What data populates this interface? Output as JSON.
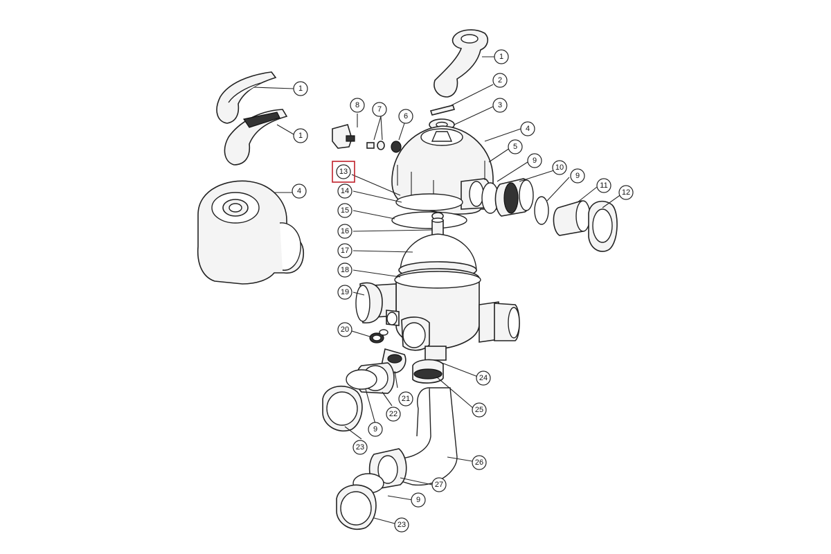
{
  "diagram": {
    "callouts": [
      {
        "id": "c1a",
        "label": "1"
      },
      {
        "id": "c1b",
        "label": "1"
      },
      {
        "id": "c1c",
        "label": "1"
      },
      {
        "id": "c2",
        "label": "2"
      },
      {
        "id": "c3",
        "label": "3"
      },
      {
        "id": "c4a",
        "label": "4"
      },
      {
        "id": "c4b",
        "label": "4"
      },
      {
        "id": "c5",
        "label": "5"
      },
      {
        "id": "c6",
        "label": "6"
      },
      {
        "id": "c7",
        "label": "7"
      },
      {
        "id": "c8",
        "label": "8"
      },
      {
        "id": "c9a",
        "label": "9"
      },
      {
        "id": "c9b",
        "label": "9"
      },
      {
        "id": "c9c",
        "label": "9"
      },
      {
        "id": "c9d",
        "label": "9"
      },
      {
        "id": "c10",
        "label": "10"
      },
      {
        "id": "c11",
        "label": "11"
      },
      {
        "id": "c12",
        "label": "12"
      },
      {
        "id": "c13",
        "label": "13"
      },
      {
        "id": "c14",
        "label": "14"
      },
      {
        "id": "c15",
        "label": "15"
      },
      {
        "id": "c16",
        "label": "16"
      },
      {
        "id": "c17",
        "label": "17"
      },
      {
        "id": "c18",
        "label": "18"
      },
      {
        "id": "c19",
        "label": "19"
      },
      {
        "id": "c20",
        "label": "20"
      },
      {
        "id": "c21",
        "label": "21"
      },
      {
        "id": "c22",
        "label": "22"
      },
      {
        "id": "c23a",
        "label": "23"
      },
      {
        "id": "c23b",
        "label": "23"
      },
      {
        "id": "c24",
        "label": "24"
      },
      {
        "id": "c25",
        "label": "25"
      },
      {
        "id": "c26",
        "label": "26"
      },
      {
        "id": "c27",
        "label": "27"
      }
    ],
    "highlighted_callout": "13",
    "colors": {
      "highlight": "#c0202a",
      "line": "#222222",
      "fill": "#f4f4f4"
    }
  }
}
